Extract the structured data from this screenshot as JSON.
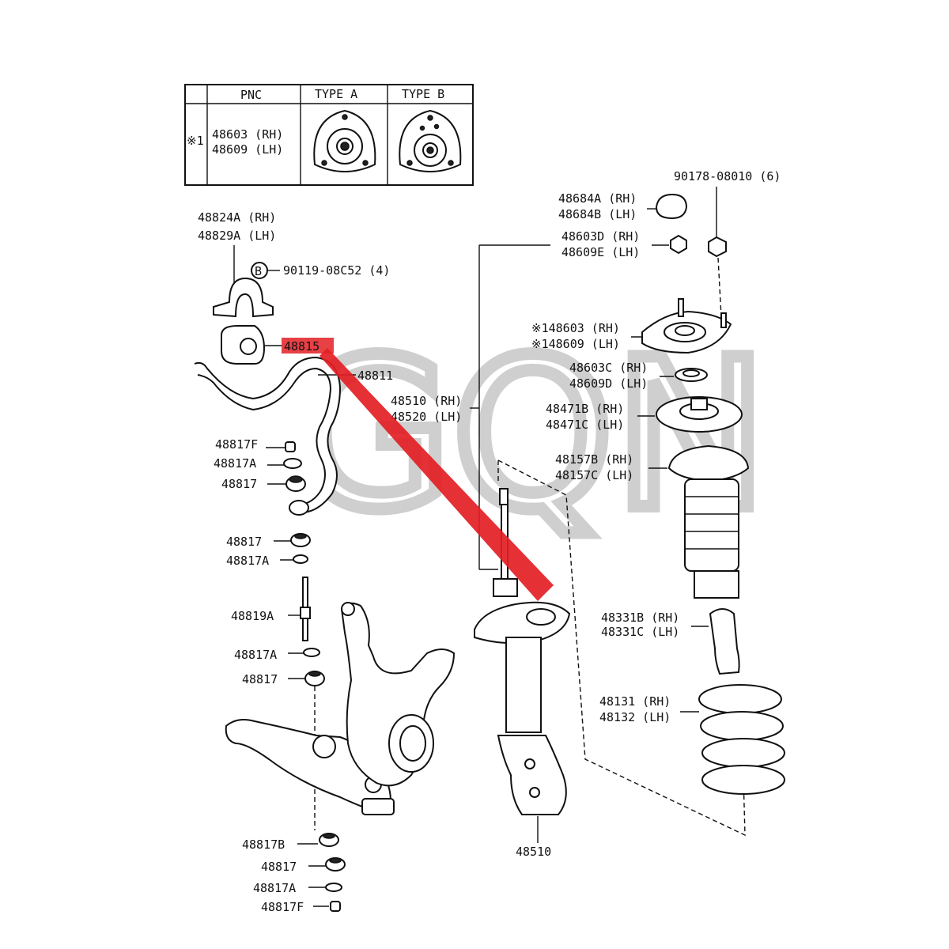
{
  "table": {
    "headers": [
      "PNC",
      "TYPE A",
      "TYPE B"
    ],
    "row_mark": "※1",
    "pnc_line1": "48603 (RH)",
    "pnc_line2": "48609 (LH)"
  },
  "watermark": "GQN",
  "highlight_color": "#e31e24",
  "highlight_part": "48815",
  "labels": {
    "l_48824a": "48824A (RH)",
    "l_48829a": "48829A (LH)",
    "l_90119": "90119-08C52 (4)",
    "l_b": "B",
    "l_48811": "48811",
    "l_48817f_1": "48817F",
    "l_48817a_1": "48817A",
    "l_48817_1": "48817",
    "l_48817_2": "48817",
    "l_48817a_2": "48817A",
    "l_48819a": "48819A",
    "l_48817a_3": "48817A",
    "l_48817_3": "48817",
    "l_48817b": "48817B",
    "l_48817_4": "48817",
    "l_48817a_4": "48817A",
    "l_48817f_2": "48817F",
    "l_48510rh": "48510 (RH)",
    "l_48520lh": "48520 (LH)",
    "l_48510": "48510",
    "l_90178": "90178-08010 (6)",
    "l_48684a": "48684A (RH)",
    "l_48684b": "48684B (LH)",
    "l_48603d": "48603D (RH)",
    "l_48609e": "48609E (LH)",
    "l_148603": "※148603 (RH)",
    "l_148609": "※148609 (LH)",
    "l_48603c": "48603C (RH)",
    "l_48609d": "48609D (LH)",
    "l_48471b": "48471B (RH)",
    "l_48471c": "48471C (LH)",
    "l_48157b": "48157B (RH)",
    "l_48157c": "48157C (LH)",
    "l_48331b": "48331B (RH)",
    "l_48331c": "48331C (LH)",
    "l_48131": "48131 (RH)",
    "l_48132": "48132 (LH)"
  }
}
